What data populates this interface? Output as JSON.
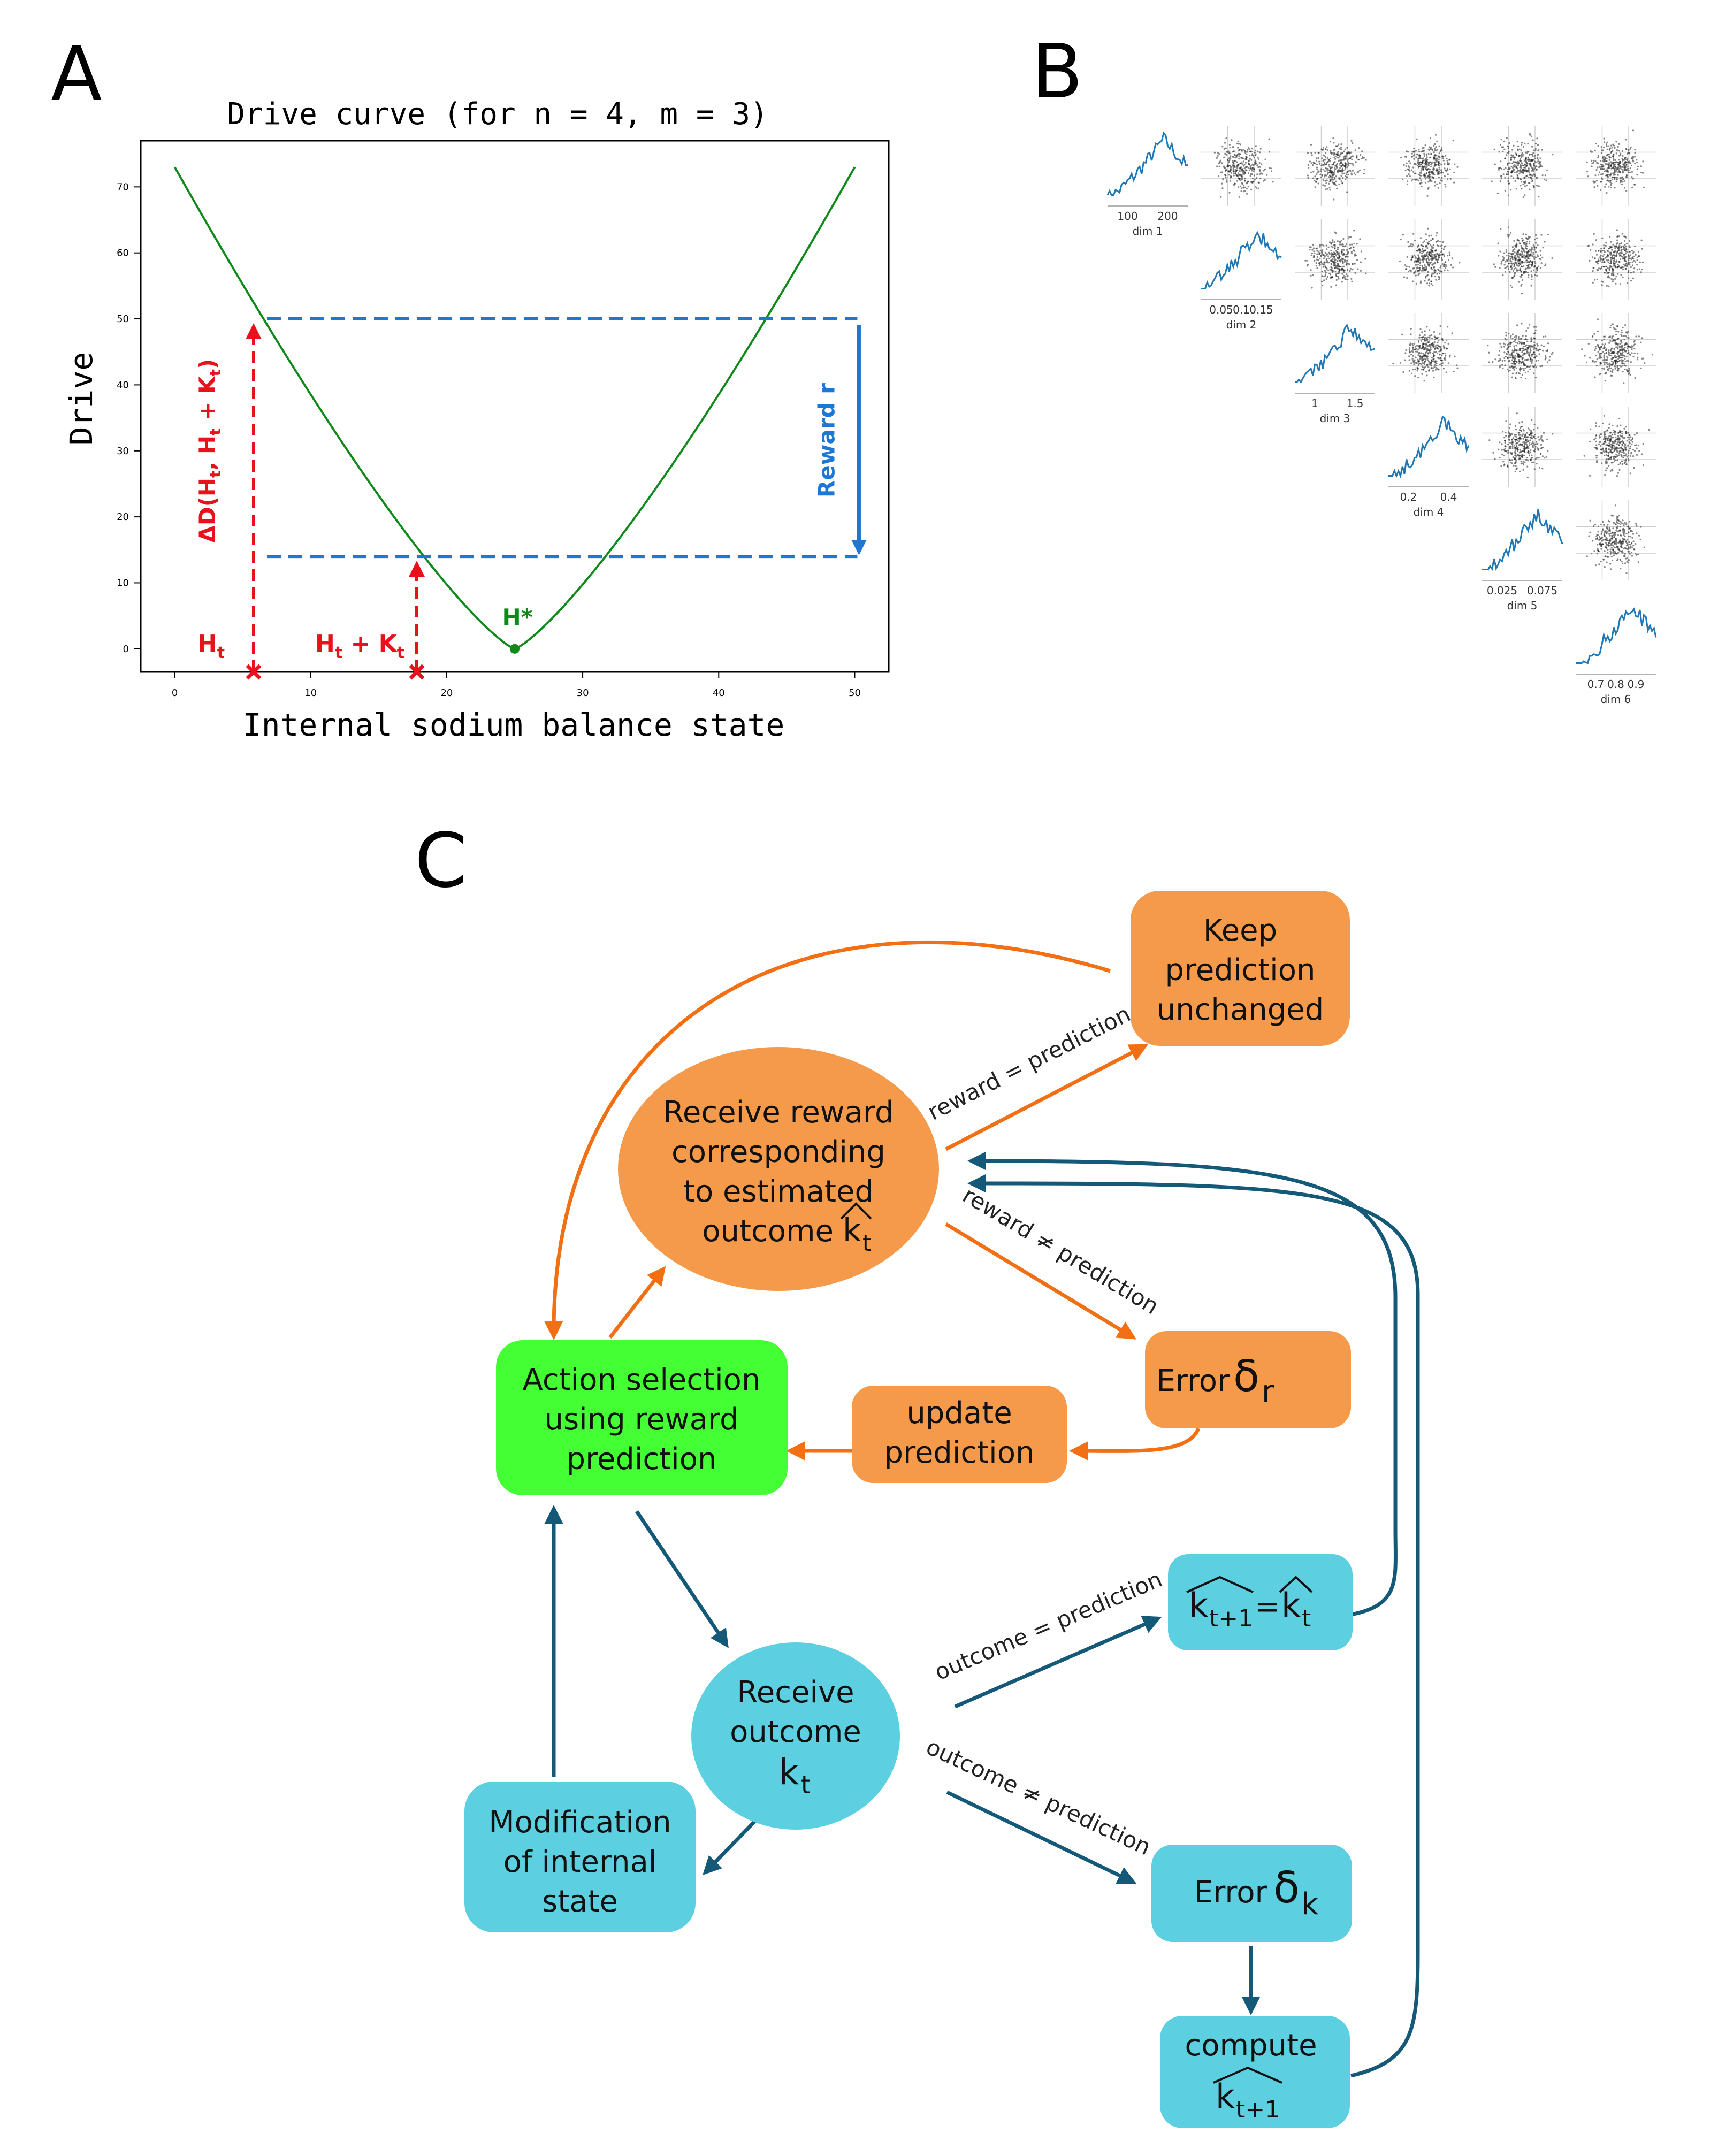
{
  "panels": {
    "a": "A",
    "b": "B",
    "c": "C"
  },
  "colors": {
    "green_curve": "#0f8a1a",
    "red": "#e8121c",
    "blue": "#1f77d4",
    "orange": "#f59a4a",
    "orange_arrow": "#f26f14",
    "green_box": "#44ff33",
    "cyan": "#5ccfe0",
    "teal_arrow": "#145a78",
    "hist_blue": "#1f77b4"
  },
  "panel_a": {
    "chart_data": {
      "type": "line",
      "title": "Drive curve (for n = 4,  m = 3)",
      "xlabel": "Internal sodium balance state",
      "ylabel": "Drive",
      "xlim": [
        -2.5,
        52.5
      ],
      "ylim": [
        -3.5,
        77
      ],
      "x_ticks": [
        "0",
        "10",
        "20",
        "30",
        "40",
        "50"
      ],
      "y_ticks": [
        "0",
        "10",
        "20",
        "30",
        "40",
        "50",
        "60",
        "70"
      ],
      "curve": {
        "x_min": 0,
        "x_max": 50,
        "h_star": 25,
        "y_at_0": 73,
        "y_at_50": 73
      },
      "points": {
        "Ht": {
          "x": 5.8,
          "y": 50
        },
        "Ht_Kt": {
          "x": 17.8,
          "y": 14
        },
        "Hstar": {
          "x": 25,
          "y": 0
        }
      },
      "labels": {
        "ht": "H",
        "ht_sub": "t",
        "ht_kt_h": "H",
        "ht_kt_t": "t",
        "ht_kt_plus": " + K",
        "ht_kt_sub": "t",
        "hstar": "H*",
        "delta_d": "ΔD(H",
        "delta_sub1": "t",
        "delta_mid": ", H",
        "delta_sub2": "t",
        "delta_plus": " + K",
        "delta_sub3": "t",
        "delta_end": ")",
        "reward": "Reward r"
      }
    }
  },
  "panel_b": {
    "chart_data": {
      "type": "scatter",
      "dims": [
        {
          "label": "dim 1",
          "ticks": [
            "100",
            "200"
          ]
        },
        {
          "label": "dim 2",
          "ticks": [
            "0.05",
            "0.1",
            "0.15"
          ]
        },
        {
          "label": "dim 3",
          "ticks": [
            "1",
            "1.5"
          ]
        },
        {
          "label": "dim 4",
          "ticks": [
            "0.2",
            "0.4"
          ]
        },
        {
          "label": "dim 5",
          "ticks": [
            "0.025",
            "0.075"
          ]
        },
        {
          "label": "dim 6",
          "ticks": [
            "0.7",
            "0.8",
            "0.9"
          ]
        }
      ]
    }
  },
  "panel_c": {
    "nodes": {
      "keep": [
        "Keep",
        "prediction",
        "unchanged"
      ],
      "receive_reward": [
        "Receive reward",
        "corresponding",
        "to estimated",
        "outcome"
      ],
      "k_hat": "k",
      "k_hat_sub": "t",
      "error_r": "Error ",
      "delta": "δ",
      "delta_r_sub": "r",
      "update": [
        "update",
        "prediction"
      ],
      "action": [
        "Action selection",
        "using reward",
        "prediction"
      ],
      "k_eq_left": "k",
      "k_eq_left_sub": "t+1",
      "k_eq_mid": "=",
      "k_eq_right": "k",
      "k_eq_right_sub": "t",
      "receive_outcome": [
        "Receive",
        "outcome"
      ],
      "k_t": "k",
      "k_t_sub": "t",
      "modification": [
        "Modification",
        "of internal",
        "state"
      ],
      "error_k": "Error",
      "delta_k_sub": "k",
      "compute": "compute",
      "compute_k": "k",
      "compute_k_sub": "t+1"
    },
    "edges": {
      "reward_eq": "reward = prediction",
      "reward_neq": "reward ≠ prediction",
      "outcome_eq": "outcome = prediction",
      "outcome_neq": "outcome ≠ prediction"
    }
  }
}
